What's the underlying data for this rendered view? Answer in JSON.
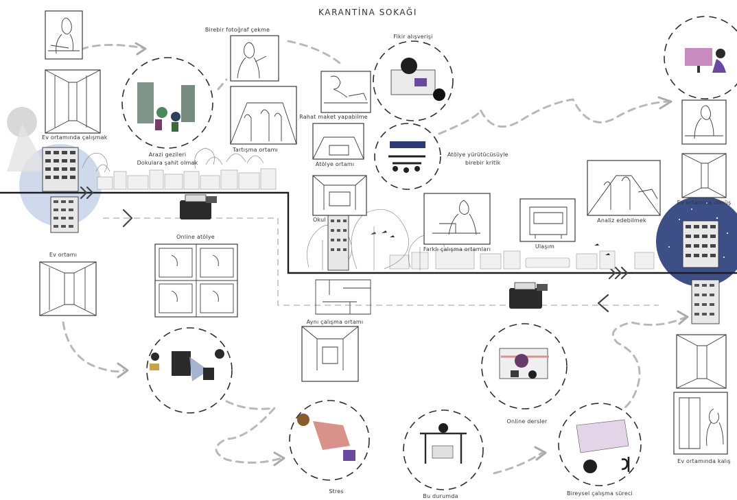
{
  "title": "KARANTİNA SOKAĞI",
  "labels": {
    "ev_ortaminda_calismak": "Ev ortamında çalışmak",
    "arazi_gezileri": "Arazi gezileri",
    "dokulara_sahit": "Dokulara şahit olmak",
    "birebir_fotograf": "Birebir fotoğraf çekme",
    "tartisma_ortami": "Tartışma ortamı",
    "rahat_maket": "Rahat maket yapabilme",
    "fikir_alisverisi": "Fikir alışverişi",
    "atolye_ortami": "Atölye ortamı",
    "atolye_yurutucu_1": "Atölye yürütücüsüyle",
    "atolye_yurutucu_2": "birebir kritik",
    "okul": "Okul",
    "farkli_calisma": "Farklı çalışma ortamları",
    "ulasim": "Ulaşım",
    "analiz_edebilmek": "Analiz edebilmek",
    "ev_ortamina_donus": "Ev ortamına dönüş",
    "ev_ortami": "Ev ortamı",
    "online_atolye": "Online atölye",
    "ayni_calisma": "Aynı çalışma ortamı",
    "stres": "Stres",
    "bu_durumda": "Bu durumda",
    "online_dersler": "Online dersler",
    "bireysel_calisma": "Bireysel çalışma süreci",
    "ev_ortaminda_kalis": "Ev ortamında kalış"
  },
  "colors": {
    "ink": "#2d2d2d",
    "flow": "#b8b8b8",
    "day_glow": "#c9d6ea",
    "night_sky": "#3c4f86",
    "accent_pink": "#d9928a",
    "accent_purple": "#6a4aa0",
    "accent_green": "#4a8a5a"
  }
}
